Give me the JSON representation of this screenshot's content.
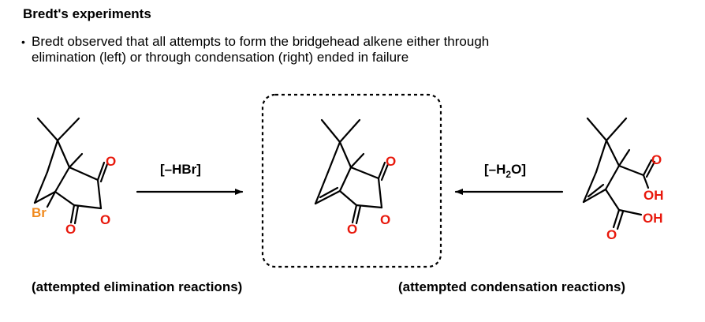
{
  "title": "Bredt's experiments",
  "bullet_lines": [
    "Bredt observed that all attempts to form the bridgehead alkene either through",
    "elimination (left) or through condensation (right) ended in failure"
  ],
  "captions": {
    "left": "(attempted elimination reactions)",
    "right": "(attempted condensation reactions)"
  },
  "reagents": {
    "left_prefix": "[–HBr]",
    "right_prefix": "[–H",
    "right_subscript": "2",
    "right_suffix": "O]"
  },
  "atom_labels": {
    "oxygen": "O",
    "bromine": "Br",
    "hydroxyl": "OH"
  },
  "colors": {
    "oxygen": "#e8180c",
    "bromine": "#f08a1e",
    "bonds": "#000000"
  }
}
